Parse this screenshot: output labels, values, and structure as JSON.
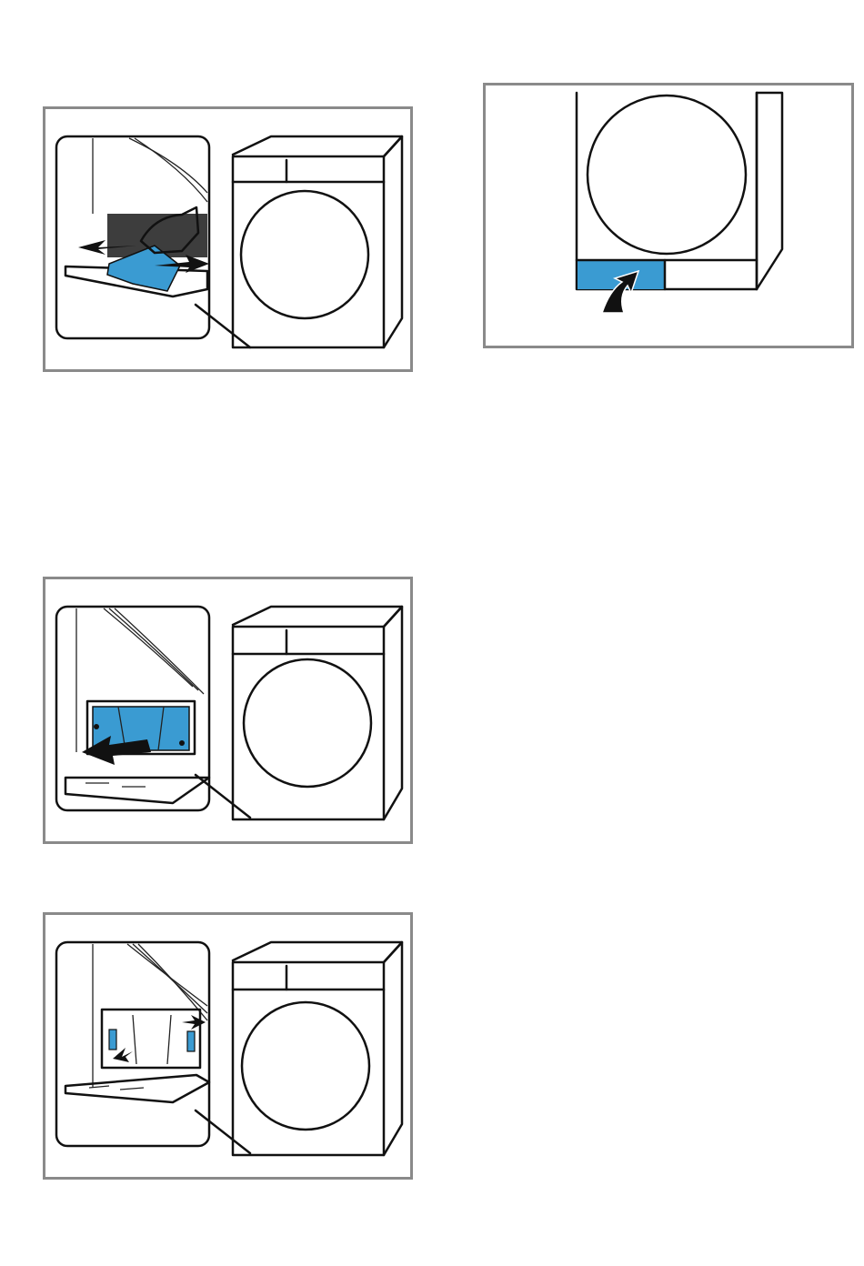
{
  "figures": [
    {
      "id": "fig1",
      "icon": "dryer-fluff-filter-removal-illustration"
    },
    {
      "id": "fig2",
      "icon": "dryer-plinth-flap-open-illustration"
    },
    {
      "id": "fig3",
      "icon": "dryer-heat-exchanger-insert-illustration"
    },
    {
      "id": "fig4",
      "icon": "dryer-heat-exchanger-lock-levers-illustration"
    }
  ],
  "colors": {
    "accent_blue": "#3a9bd2",
    "frame_gray": "#8a8a8a",
    "line": "#111111"
  }
}
